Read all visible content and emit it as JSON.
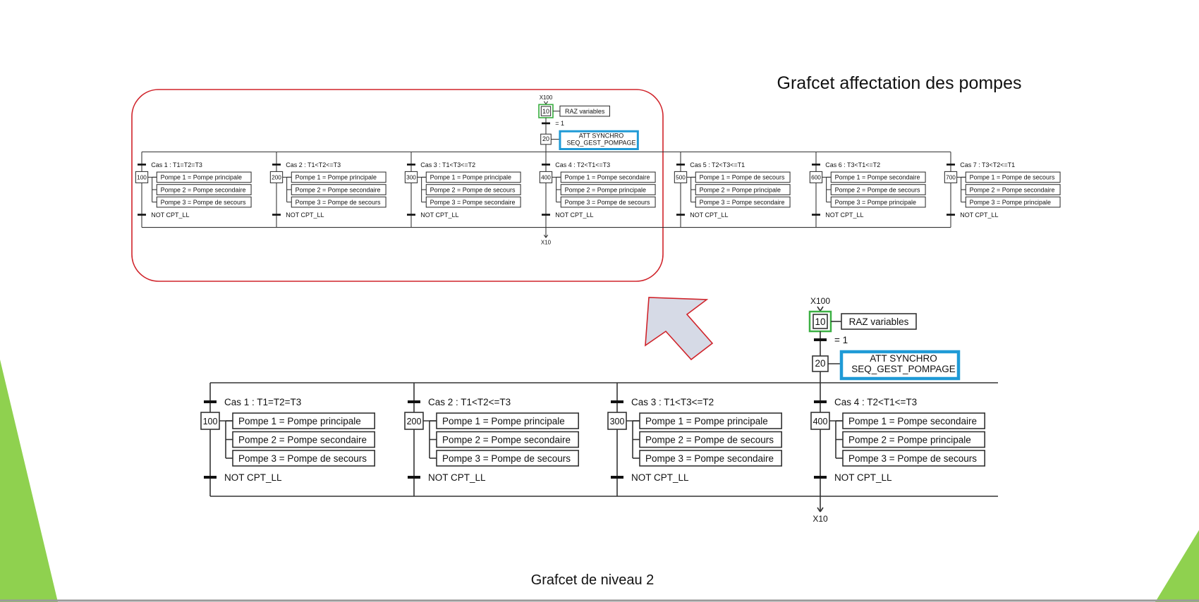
{
  "slide": {
    "title": "Grafcet affectation des pompes",
    "caption": "Grafcet de niveau 2",
    "accent_green": "#8fd14f",
    "frame_red": "#d0232a",
    "arrow_fill": "#d6dae6",
    "action_blue": "#1f9ad6",
    "init_green": "#3cb043"
  },
  "grafcet": {
    "entry_label": "X100",
    "exit_label": "X10",
    "init_step": "10",
    "init_action": "RAZ variables",
    "init_transition": "= 1",
    "wait_step": "20",
    "wait_action_line1": "ATT SYNCHRO",
    "wait_action_line2": "SEQ_GEST_POMPAGE",
    "cases": [
      {
        "cond": "Cas 1 : T1=T2=T3",
        "step": "100",
        "actions": [
          "Pompe 1 = Pompe principale",
          "Pompe 2 = Pompe secondaire",
          "Pompe 3 = Pompe de secours"
        ],
        "end": "NOT CPT_LL"
      },
      {
        "cond": "Cas 2 : T1<T2<=T3",
        "step": "200",
        "actions": [
          "Pompe 1 = Pompe principale",
          "Pompe 2 = Pompe secondaire",
          "Pompe 3 = Pompe de secours"
        ],
        "end": "NOT CPT_LL"
      },
      {
        "cond": "Cas 3 : T1<T3<=T2",
        "step": "300",
        "actions": [
          "Pompe 1 = Pompe principale",
          "Pompe 2 = Pompe de secours",
          "Pompe 3 = Pompe secondaire"
        ],
        "end": "NOT CPT_LL"
      },
      {
        "cond": "Cas 4 : T2<T1<=T3",
        "step": "400",
        "actions": [
          "Pompe 1 = Pompe secondaire",
          "Pompe 2 = Pompe principale",
          "Pompe 3 = Pompe de secours"
        ],
        "end": "NOT CPT_LL"
      },
      {
        "cond": "Cas 5 : T2<T3<=T1",
        "step": "500",
        "actions": [
          "Pompe 1 = Pompe de secours",
          "Pompe 2 = Pompe principale",
          "Pompe 3 = Pompe secondaire"
        ],
        "end": "NOT CPT_LL"
      },
      {
        "cond": "Cas 6 : T3<T1<=T2",
        "step": "600",
        "actions": [
          "Pompe 1 = Pompe secondaire",
          "Pompe 2 = Pompe de secours",
          "Pompe 3 = Pompe principale"
        ],
        "end": "NOT CPT_LL"
      },
      {
        "cond": "Cas 7 : T3<T2<=T1",
        "step": "700",
        "actions": [
          "Pompe 1 = Pompe de secours",
          "Pompe 2 = Pompe secondaire",
          "Pompe 3 = Pompe principale"
        ],
        "end": "NOT CPT_LL"
      }
    ]
  }
}
